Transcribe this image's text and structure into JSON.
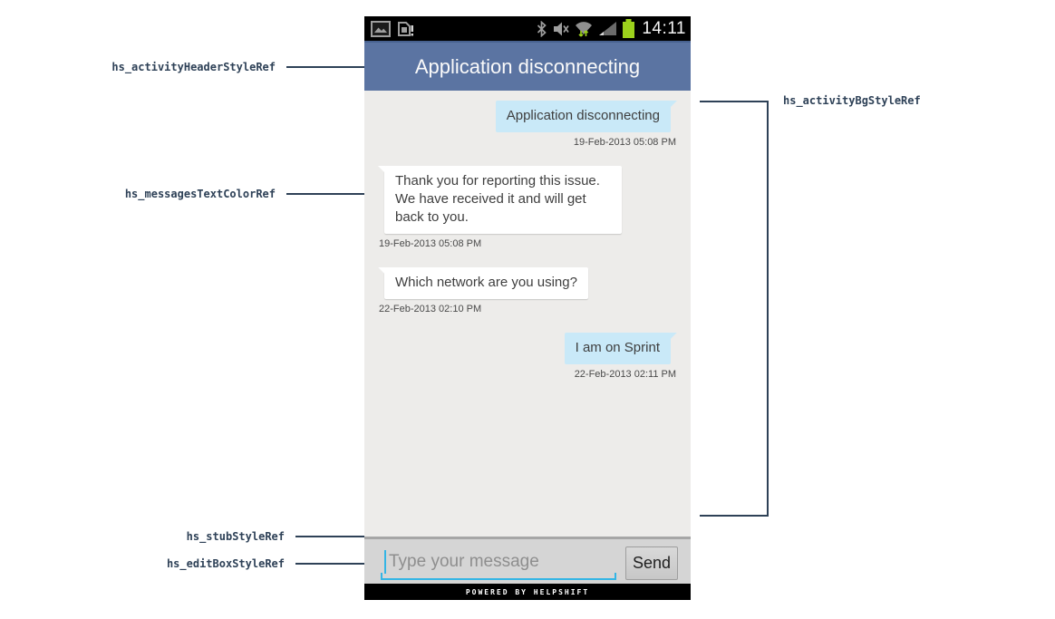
{
  "annotations": {
    "activity_header_ref": "hs_activityHeaderStyleRef",
    "messages_text_color_ref": "hs_messagesTextColorRef",
    "stub_ref": "hs_stubStyleRef",
    "edit_box_ref": "hs_editBoxStyleRef",
    "activity_bg_ref": "hs_activityBgStyleRef",
    "annotation_color": "#2e4157"
  },
  "phone": {
    "status_bar": {
      "time": "14:11",
      "icons": {
        "gallery-icon": "svg-picture-frame",
        "sdcard-warning-icon": "svg-sdcard-exclamation",
        "bluetooth-icon": "svg-bluetooth-rune",
        "vibrate-icon": "svg-speaker-muted",
        "wifi-icon": "svg-wifi-fan-green-arrows",
        "signal-strength-icon": "svg-triangle",
        "battery-icon": "svg-battery-full"
      },
      "battery_color": "#9cd21c"
    },
    "header": {
      "title": "Application disconnecting",
      "bg_color": "#5b74a2"
    },
    "conversation": {
      "bg_color": "#edecea",
      "messages": [
        {
          "side": "user",
          "bubble_color": "#c9e9f8",
          "text": "Application disconnecting",
          "timestamp": "19-Feb-2013 05:08 PM"
        },
        {
          "side": "admin",
          "bubble_color": "#ffffff",
          "text": "Thank you for reporting this issue. We have received it and will get back to you.",
          "timestamp": "19-Feb-2013 05:08 PM"
        },
        {
          "side": "admin",
          "bubble_color": "#ffffff",
          "text": "Which network are you using?",
          "timestamp": "22-Feb-2013 02:10 PM"
        },
        {
          "side": "user",
          "bubble_color": "#c9e9f8",
          "text": "I am on Sprint",
          "timestamp": "22-Feb-2013 02:11 PM"
        }
      ]
    },
    "composer": {
      "placeholder": "Type your message",
      "send_label": "Send",
      "accent_color": "#33b5e5"
    },
    "footer": {
      "text": "POWERED BY HELPSHIFT"
    }
  }
}
